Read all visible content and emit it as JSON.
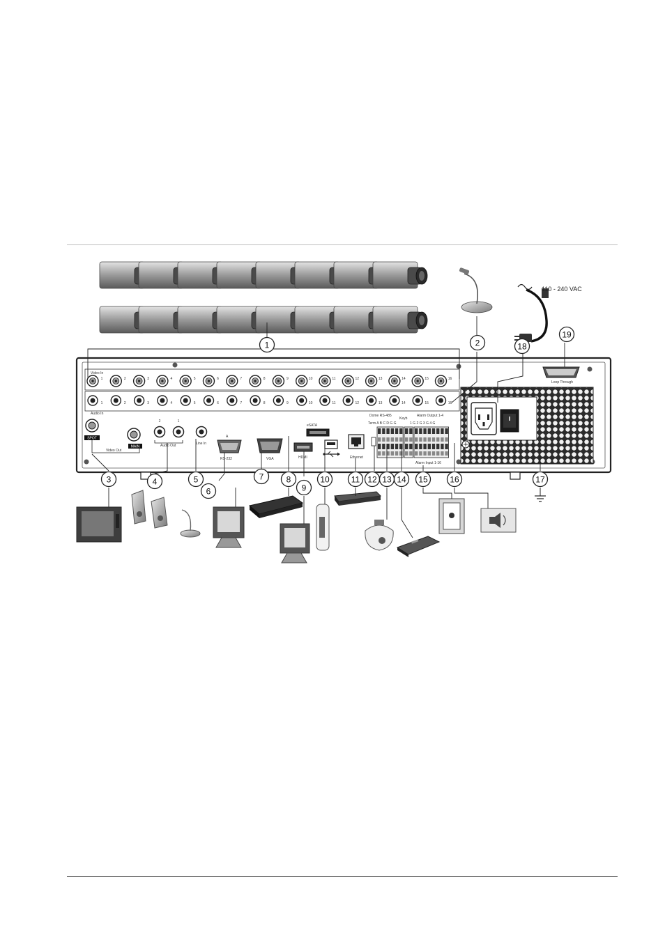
{
  "callouts": [
    "1",
    "2",
    "3",
    "4",
    "5",
    "6",
    "7",
    "8",
    "9",
    "10",
    "11",
    "12",
    "13",
    "14",
    "15",
    "16",
    "17",
    "18",
    "19"
  ],
  "panel": {
    "video_in_label": "Video In",
    "audio_in_label": "Audio In",
    "channel_numbers": [
      "1",
      "2",
      "3",
      "4",
      "5",
      "6",
      "7",
      "8",
      "9",
      "10",
      "11",
      "12",
      "13",
      "14",
      "15",
      "16"
    ],
    "spot_label": "SPOT",
    "main_label": "MAIN",
    "video_out_label": "Video Out",
    "audio_out_label": "Audio Out",
    "audio_out_ch2": "2",
    "audio_out_ch1": "1",
    "line_in_label": "Line In",
    "rs232_label": "RS-232",
    "rs232_letter": "A",
    "vga_label": "VGA",
    "esata_label": "eSATA",
    "hdmi_label": "HDMI",
    "ethernet_label": "Ethernet",
    "dome_label": "Dome RS-485",
    "dome_sub": "Term A B C D G G",
    "keyb_label": "Keyb",
    "alarm_output_label": "Alarm Output 1-4",
    "alarm_output_sub": "1 G 2 G 3 G 4 G",
    "alarm_input_label": "Alarm Input 1-16",
    "loop_through_label": "Loop Through"
  },
  "power": {
    "voltage_label": "110 - 240 VAC"
  },
  "icons": [
    "camera-icon",
    "microphone-icon",
    "monitor-icon",
    "speaker-icon",
    "dvd-recorder-icon",
    "usb-stick-icon",
    "network-switch-icon",
    "dome-camera-icon",
    "keyboard-icon",
    "alarm-sensor-icon",
    "siren-icon",
    "ground-icon",
    "power-plug-icon",
    "usb-symbol-icon"
  ]
}
